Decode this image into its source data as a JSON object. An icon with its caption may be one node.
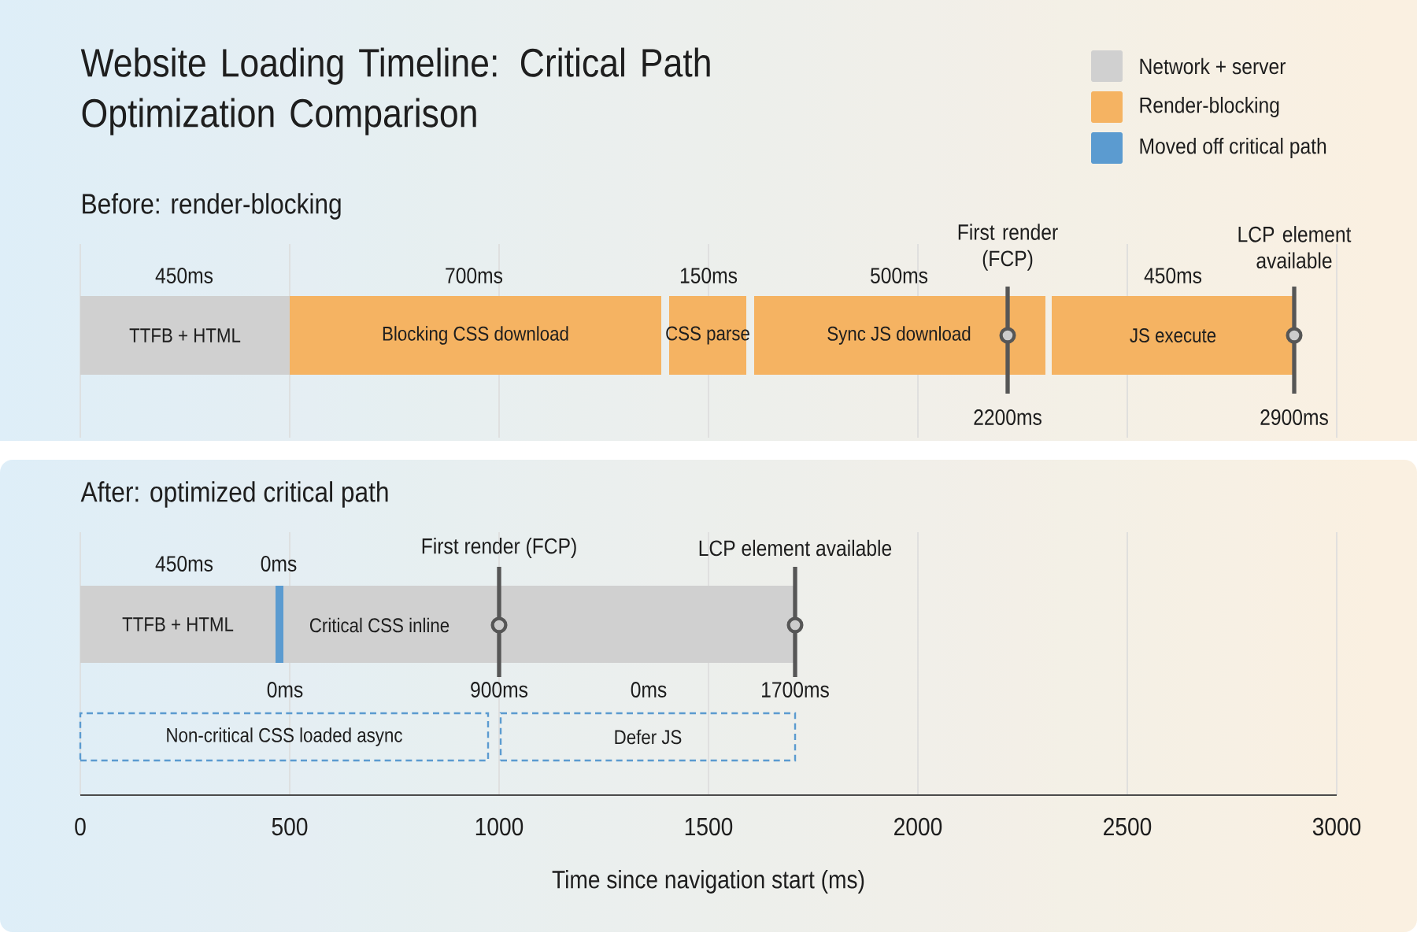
{
  "diagram": {
    "title": "Website Loading Timeline: Critical Path Optimization Comparison",
    "nodes": [
      {
        "text": [
          "TTFB + HTML"
        ],
        "beside": [
          "450ms"
        ]
      },
      {
        "text": [
          "Blocking CSS download"
        ],
        "beside": [
          "700ms"
        ]
      },
      {
        "text": [
          "CSS parse"
        ],
        "beside": [
          "150ms"
        ]
      },
      {
        "text": [
          "Sync JS download"
        ],
        "beside": [
          "500ms"
        ]
      },
      {
        "text": [
          "JS execute"
        ],
        "beside": [
          "450ms"
        ]
      },
      {
        "text": [
          "TTFB + HTML"
        ],
        "beside": [
          "450ms"
        ]
      },
      {
        "text": [],
        "shape": "bar",
        "beside": [
          "0ms"
        ]
      },
      {
        "text": [
          "Critical CSS inline"
        ]
      },
      {
        "text": [
          "Non-critical CSS loaded async"
        ],
        "beside": [
          "0ms"
        ]
      },
      {
        "text": [
          "Defer JS"
        ],
        "beside": [
          "0ms"
        ]
      }
    ],
    "labels": [
      "Before: render-blocking",
      "First render (FCP)",
      "LCP element available",
      "2200ms",
      "2900ms",
      "After: optimized critical path",
      "First render (FCP)",
      "LCP element available",
      "900ms",
      "1700ms",
      "0",
      "500",
      "1000",
      "1500",
      "2000",
      "2500",
      "3000",
      "Time since navigation start (ms)"
    ],
    "legend": [
      {
        "text": "Network + server",
        "color": "#d0d0d0"
      },
      {
        "text": "Render-blocking",
        "color": "#f5b362"
      },
      {
        "text": "Moved off critical path",
        "color": "#5b9bd0"
      }
    ]
  }
}
